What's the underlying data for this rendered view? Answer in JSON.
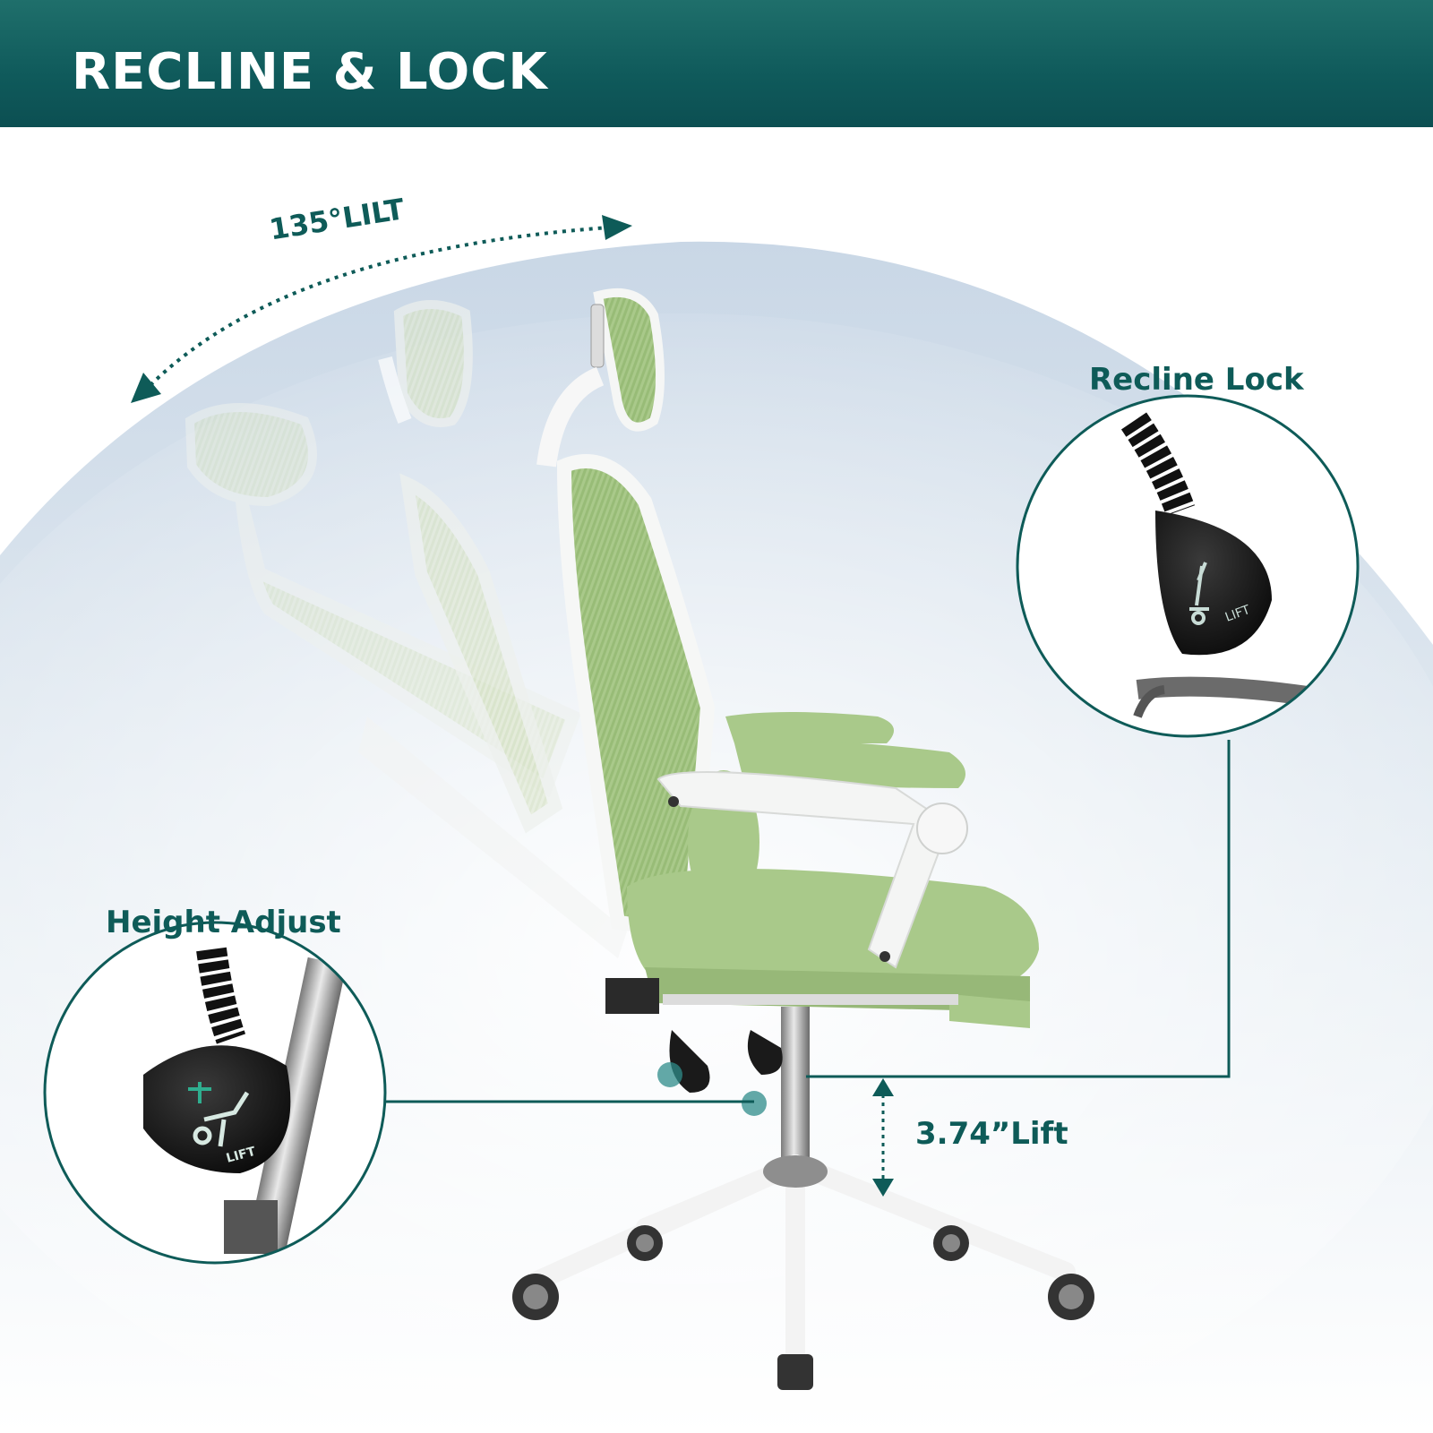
{
  "header": {
    "title": "RECLINE & LOCK"
  },
  "callouts": {
    "tilt": "135°LILT",
    "recline_lock": "Recline Lock",
    "height_adjust": "Height Adjust",
    "lift": "3.74”Lift"
  },
  "handle_markings": {
    "lift_text": "LIFT"
  },
  "colors": {
    "brand_teal": "#0e5b58",
    "chair_green": "#a9c98a",
    "chair_frame": "#f2f4f2",
    "handle_black": "#1a1a1a"
  },
  "icons": [
    "lift-person-icon",
    "height-arrow-icon"
  ]
}
